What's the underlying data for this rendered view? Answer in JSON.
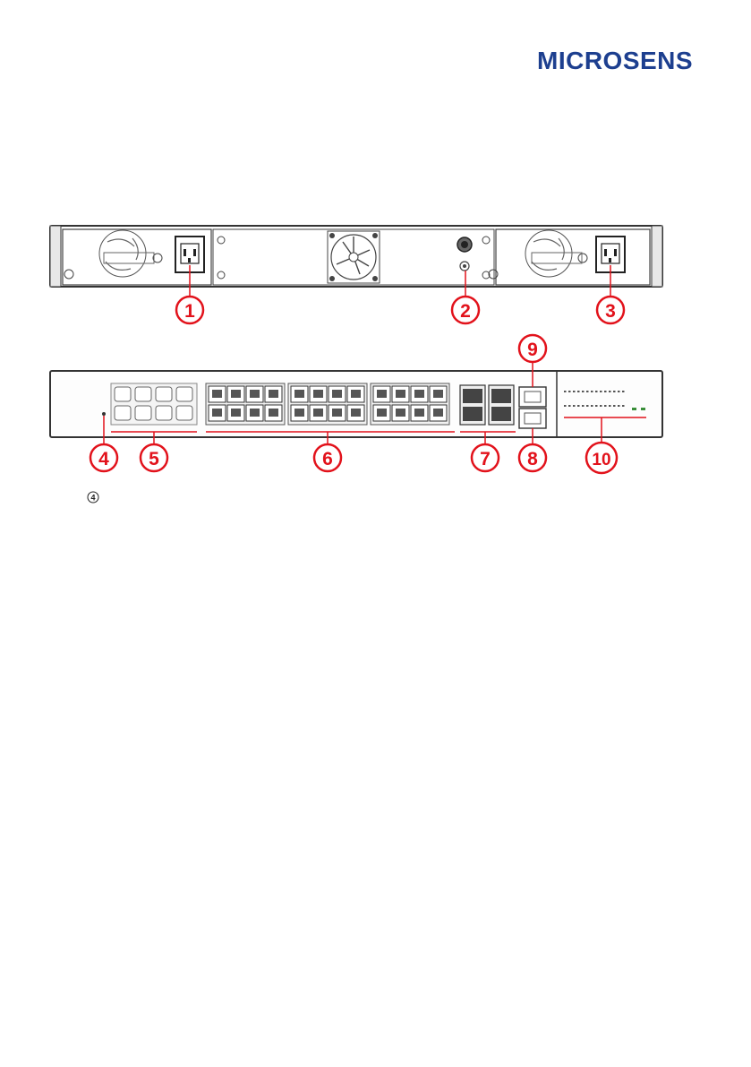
{
  "brand": {
    "logo_text": "MICROSENS"
  },
  "rear_panel": {
    "callouts": [
      "1",
      "2",
      "3"
    ]
  },
  "front_panel": {
    "callouts": [
      "9",
      "4",
      "5",
      "6",
      "7",
      "8",
      "10"
    ]
  },
  "inline_reference": {
    "label": "4"
  },
  "colors": {
    "brand_blue": "#1d3f8f",
    "callout_red": "#e2121b",
    "device_outline": "#333333"
  }
}
